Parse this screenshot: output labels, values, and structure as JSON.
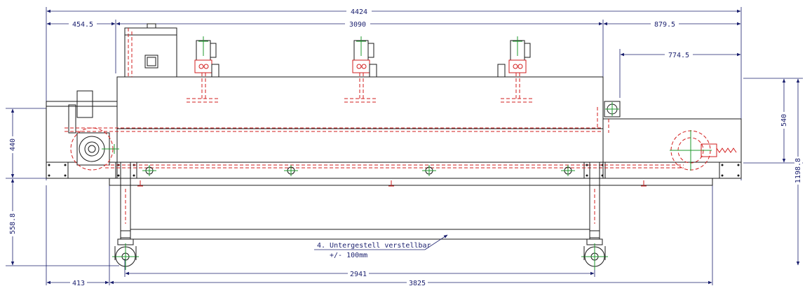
{
  "dimensions": {
    "overall_length": "4424",
    "left_overhang": "454.5",
    "main_frame_length": "3090",
    "right_overhang": "879.5",
    "right_inner": "774.5",
    "left_height": "440",
    "right_height": "540",
    "total_height": "1198.8",
    "leg_height": "558.8",
    "bottom_left": "413",
    "wheel_span": "2941",
    "bottom_length": "3825"
  },
  "annotation": {
    "line1": "4. Untergestell verstellbar",
    "line2": "+/- 100mm"
  }
}
